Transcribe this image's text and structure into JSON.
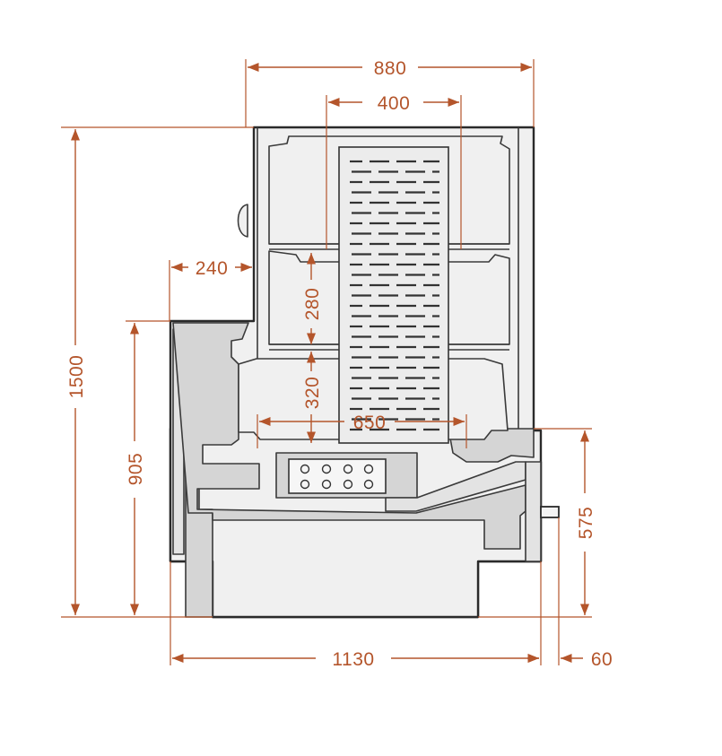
{
  "dimensions": {
    "width_top": "880",
    "glass_width": "400",
    "depth_ledge": "240",
    "shelf_gap_top": "280",
    "shelf_gap_bottom": "320",
    "display_depth": "650",
    "total_height": "1500",
    "counter_height": "905",
    "side_height": "575",
    "base_width": "1130",
    "pipe_offset": "60"
  },
  "colors": {
    "dimension": "#b4552b",
    "outline": "#2a2a2a",
    "panel": "#e3e3e3"
  }
}
